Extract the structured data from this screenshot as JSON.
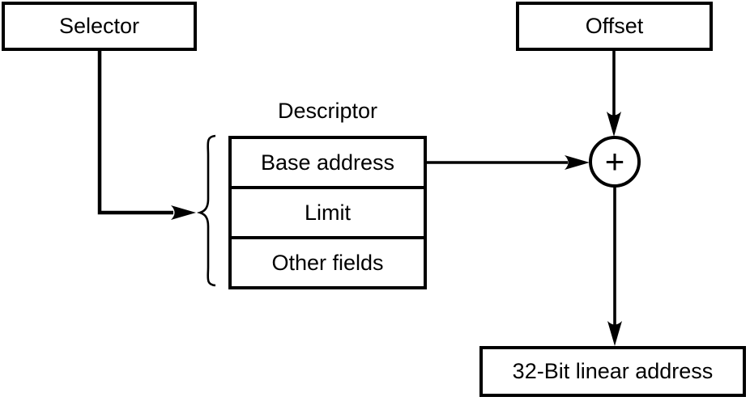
{
  "diagram": {
    "description": "Segmented address translation diagram",
    "selector": {
      "label": "Selector"
    },
    "offset": {
      "label": "Offset"
    },
    "descriptor": {
      "title": "Descriptor",
      "rows": [
        "Base address",
        "Limit",
        "Other fields"
      ]
    },
    "adder": {
      "symbol": "+"
    },
    "result": {
      "label": "32-Bit linear address"
    },
    "colors": {
      "line": "#000000",
      "background": "#ffffff",
      "box_fill": "#ffffff"
    }
  }
}
